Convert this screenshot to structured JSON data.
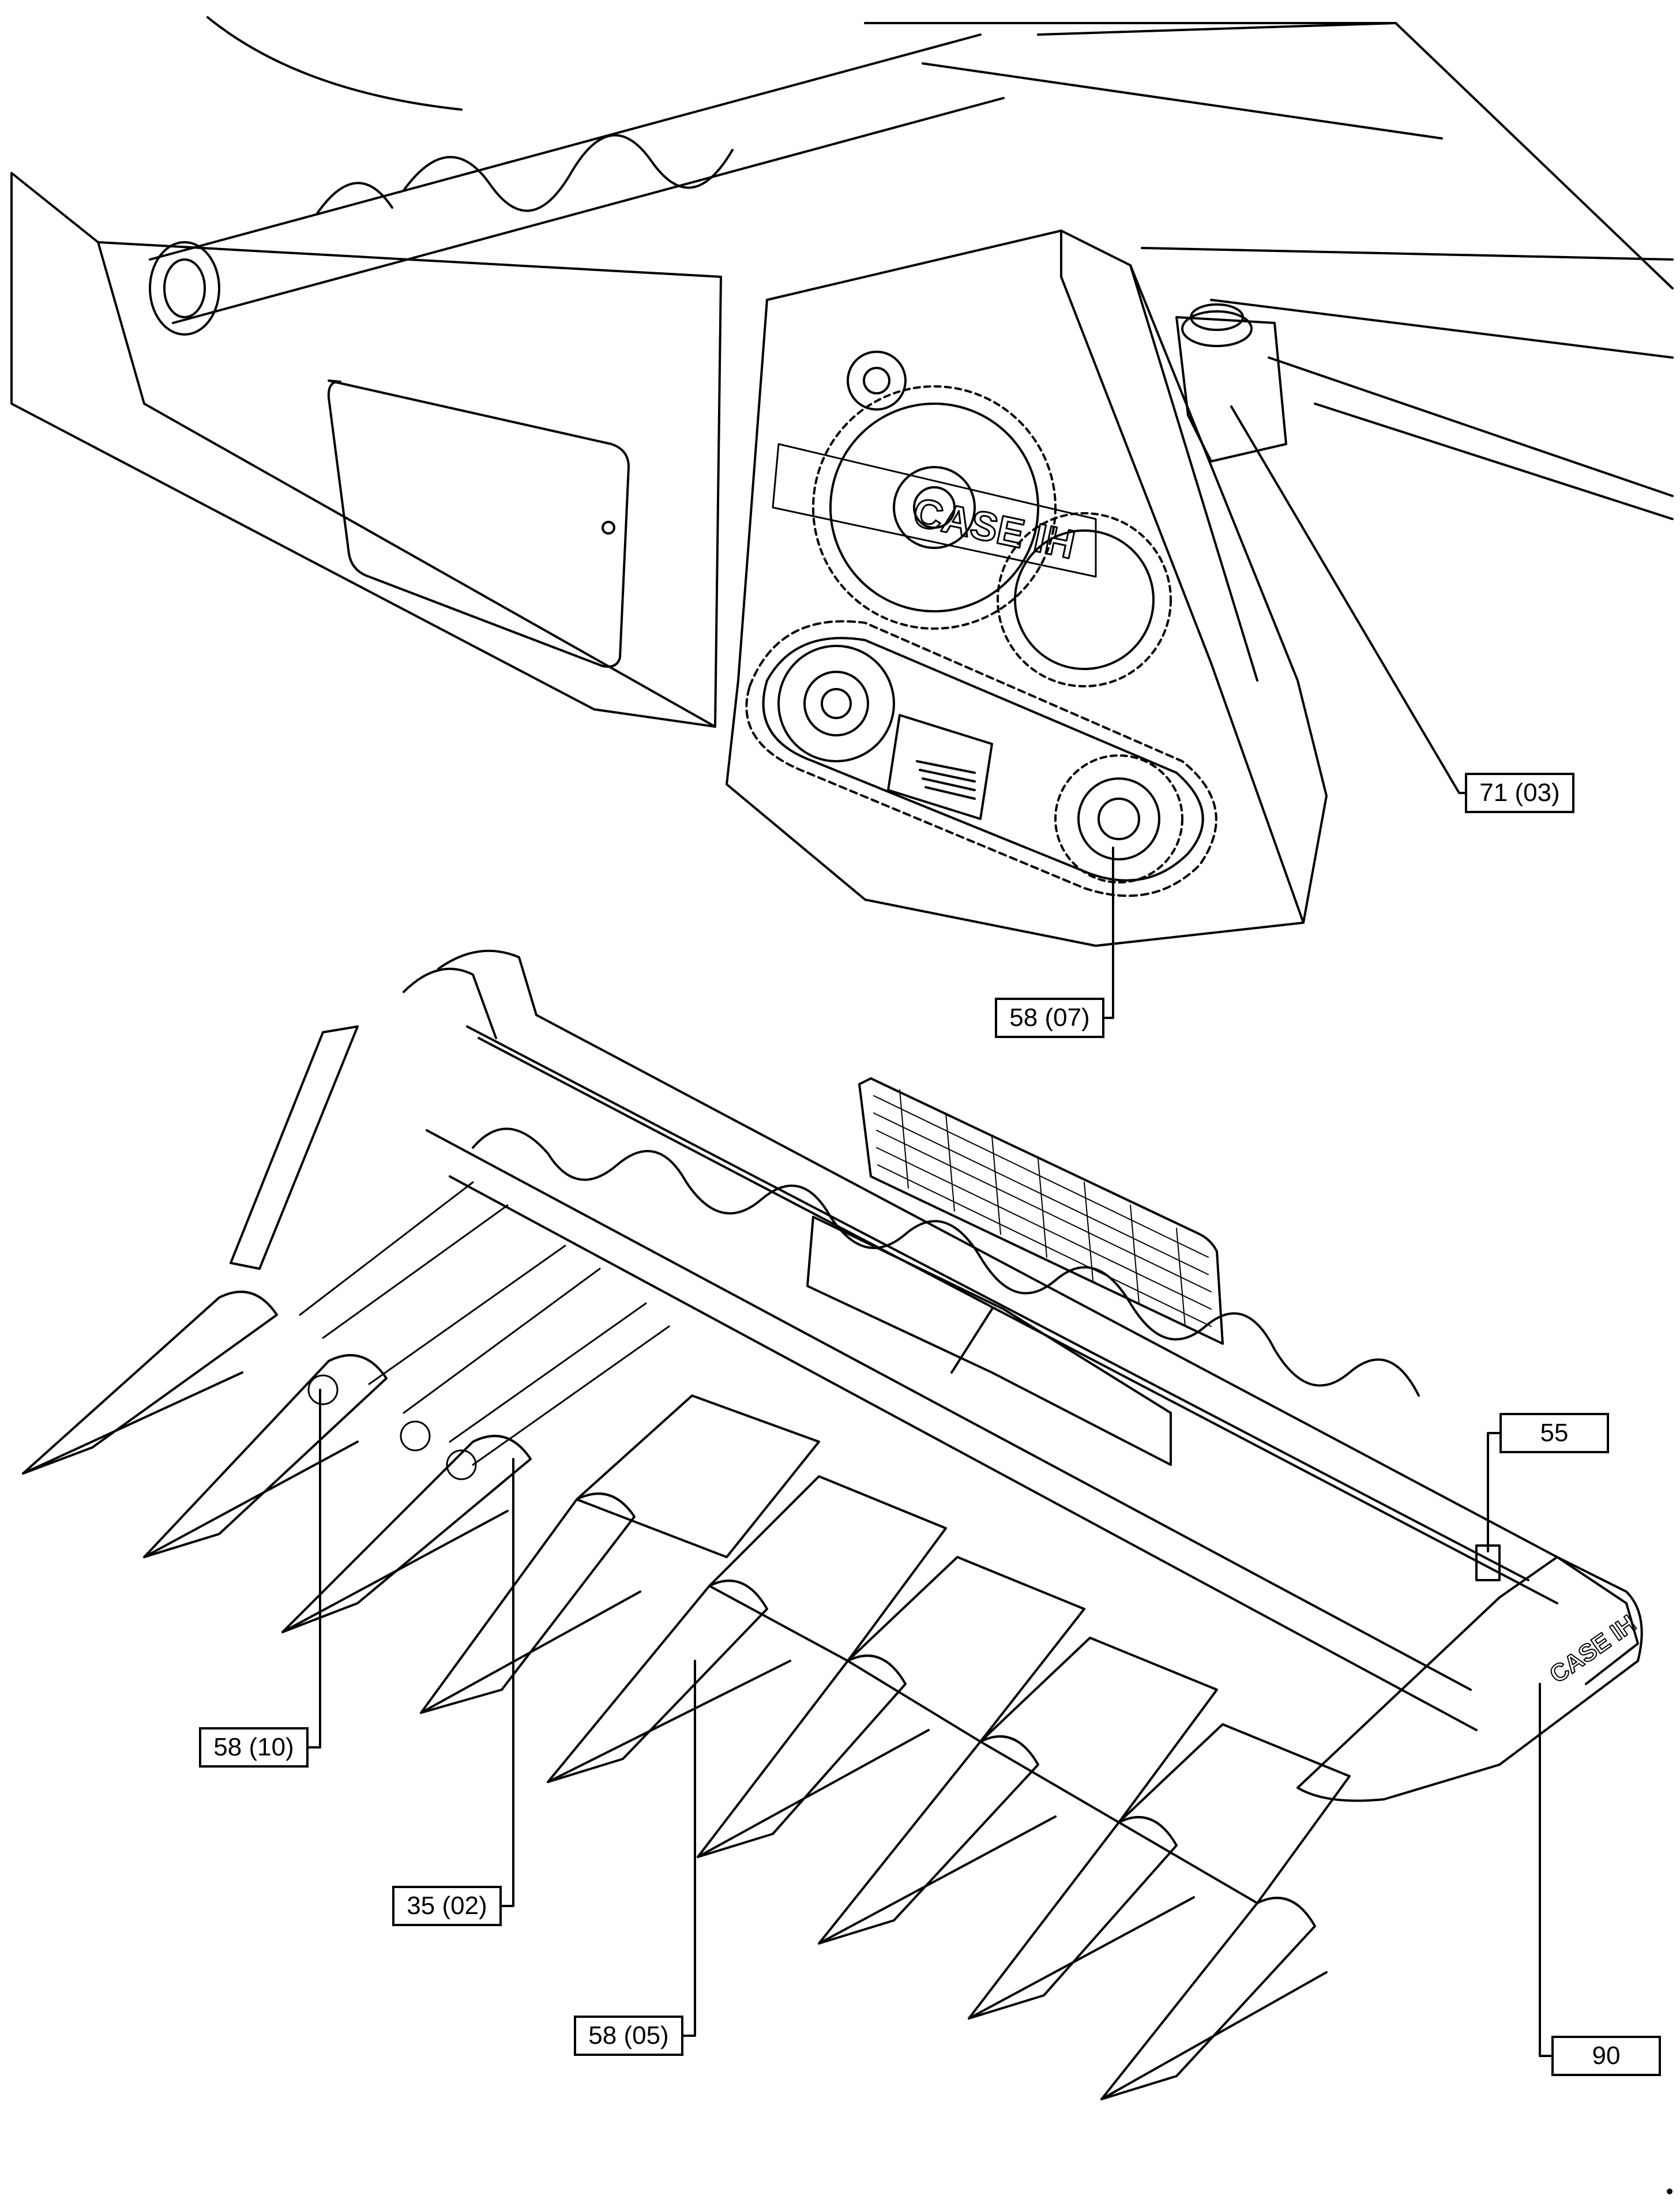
{
  "callouts": [
    {
      "id": "c-71-03",
      "label": "71 (03)"
    },
    {
      "id": "c-58-07",
      "label": "58 (07)"
    },
    {
      "id": "c-55",
      "label": "55"
    },
    {
      "id": "c-58-10",
      "label": "58 (10)"
    },
    {
      "id": "c-35-02",
      "label": "35 (02)"
    },
    {
      "id": "c-58-05",
      "label": "58 (05)"
    },
    {
      "id": "c-90",
      "label": "90"
    }
  ],
  "logos": {
    "drive_cover": "CASE IH",
    "header_end": "CASE IH"
  }
}
